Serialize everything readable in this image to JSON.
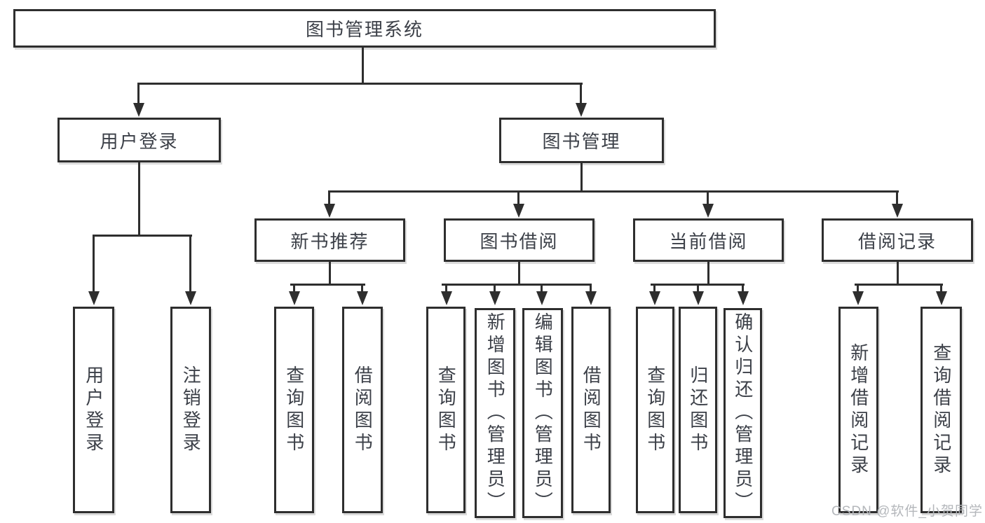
{
  "root": {
    "label": "图书管理系统"
  },
  "level2": {
    "user": "用户登录",
    "book": "图书管理"
  },
  "level3": {
    "recommend": "新书推荐",
    "borrow": "图书借阅",
    "current": "当前借阅",
    "record": "借阅记录"
  },
  "leaves": {
    "user_login": "用户登录",
    "logout": "注销登录",
    "rec_query": "查询图书",
    "rec_borrow": "借阅图书",
    "bor_query": "查询图书",
    "bor_add": "新增图书（管理员）",
    "bor_edit": "编辑图书（管理员）",
    "bor_borrow": "借阅图书",
    "cur_query": "查询图书",
    "cur_return": "归还图书",
    "cur_confirm": "确认归还（管理员）",
    "rec2_add": "新增借阅记录",
    "rec2_query": "查询借阅记录"
  },
  "watermark": "CSDN @软件_小贺同学",
  "colors": {
    "line": "#2e2e2e",
    "text": "#3c4048",
    "watermark": "#b4b7bb",
    "background": "#ffffff"
  }
}
